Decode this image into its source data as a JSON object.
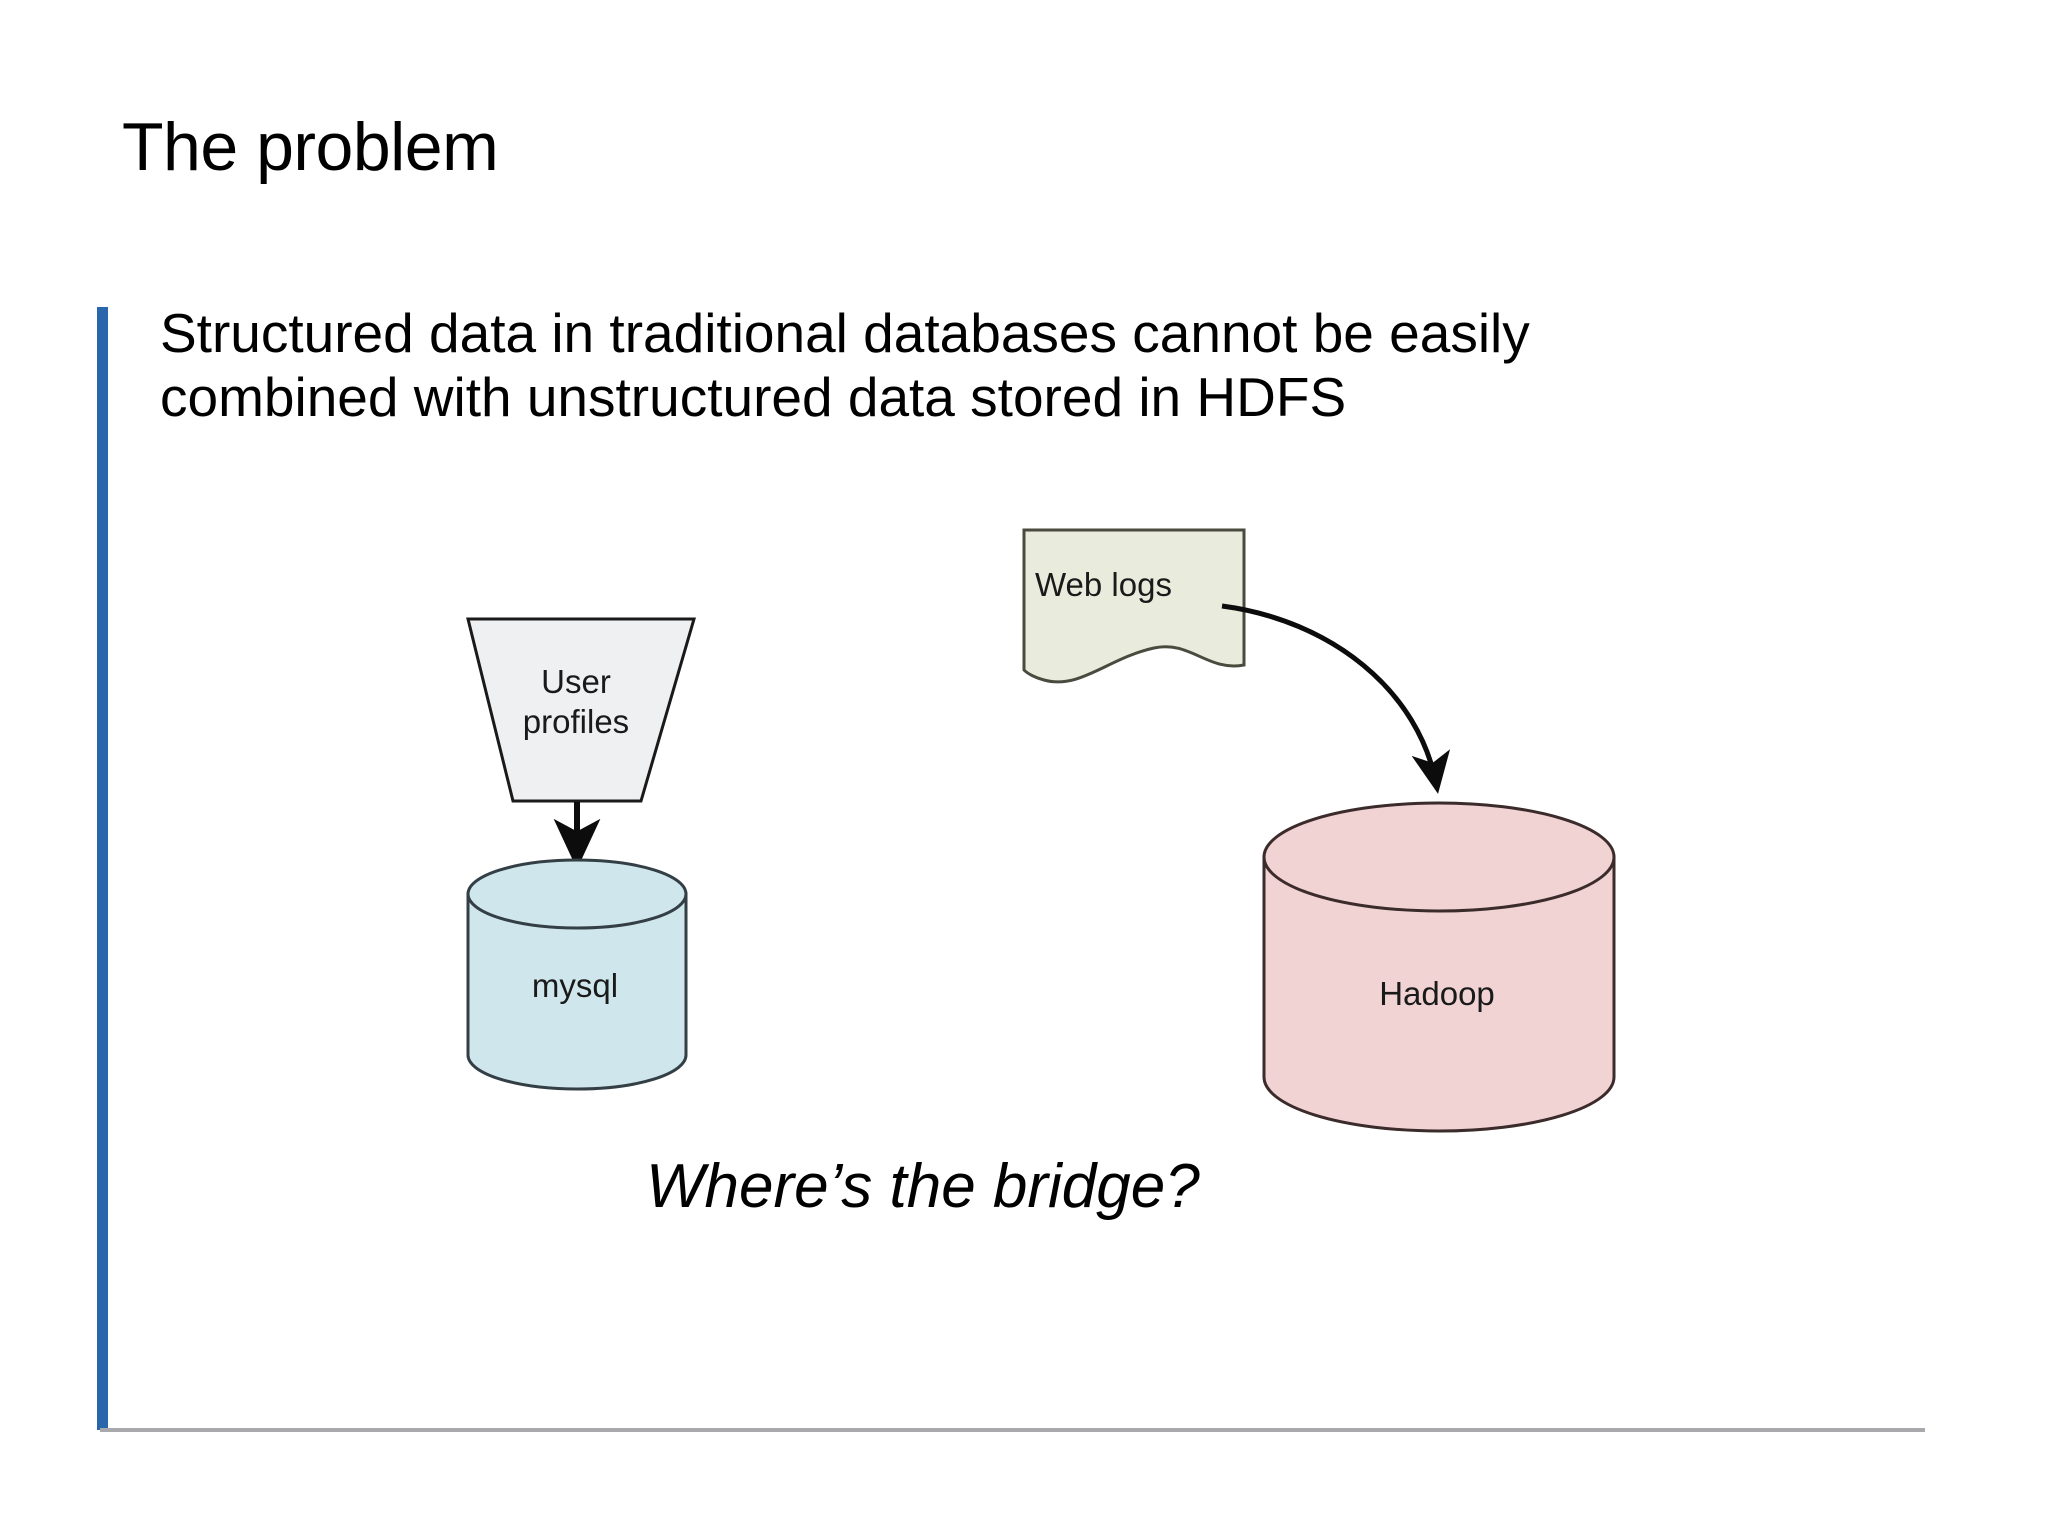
{
  "slide": {
    "title": "The problem",
    "body_lines": [
      "Structured data in traditional databases cannot be easily",
      "combined with unstructured data stored in HDFS"
    ],
    "caption": "Where’s the bridge?",
    "accent_color": "#2a66ab",
    "rule_color": "#a8a8ad",
    "background_color": "#ffffff"
  },
  "diagram": {
    "type": "flow",
    "nodes": [
      {
        "id": "user-profiles",
        "label": "User profiles",
        "shape": "trapezoid",
        "fill": "#eef0f1",
        "stroke": "#1a1a1a"
      },
      {
        "id": "mysql",
        "label": "mysql",
        "shape": "cylinder",
        "fill": "#cfe7ec",
        "stroke": "#333f45"
      },
      {
        "id": "web-logs",
        "label": "Web logs",
        "shape": "document",
        "fill": "#e9ecdc",
        "stroke": "#4a4a3f"
      },
      {
        "id": "hadoop",
        "label": "Hadoop",
        "shape": "cylinder",
        "fill": "#f1d3d3",
        "stroke": "#3b2b2b"
      }
    ],
    "edges": [
      {
        "id": "user-profiles-to-mysql",
        "from": "user-profiles",
        "to": "mysql",
        "style": "straight-arrow"
      },
      {
        "id": "web-logs-to-hadoop",
        "from": "web-logs",
        "to": "hadoop",
        "style": "curved-arrow"
      }
    ]
  }
}
